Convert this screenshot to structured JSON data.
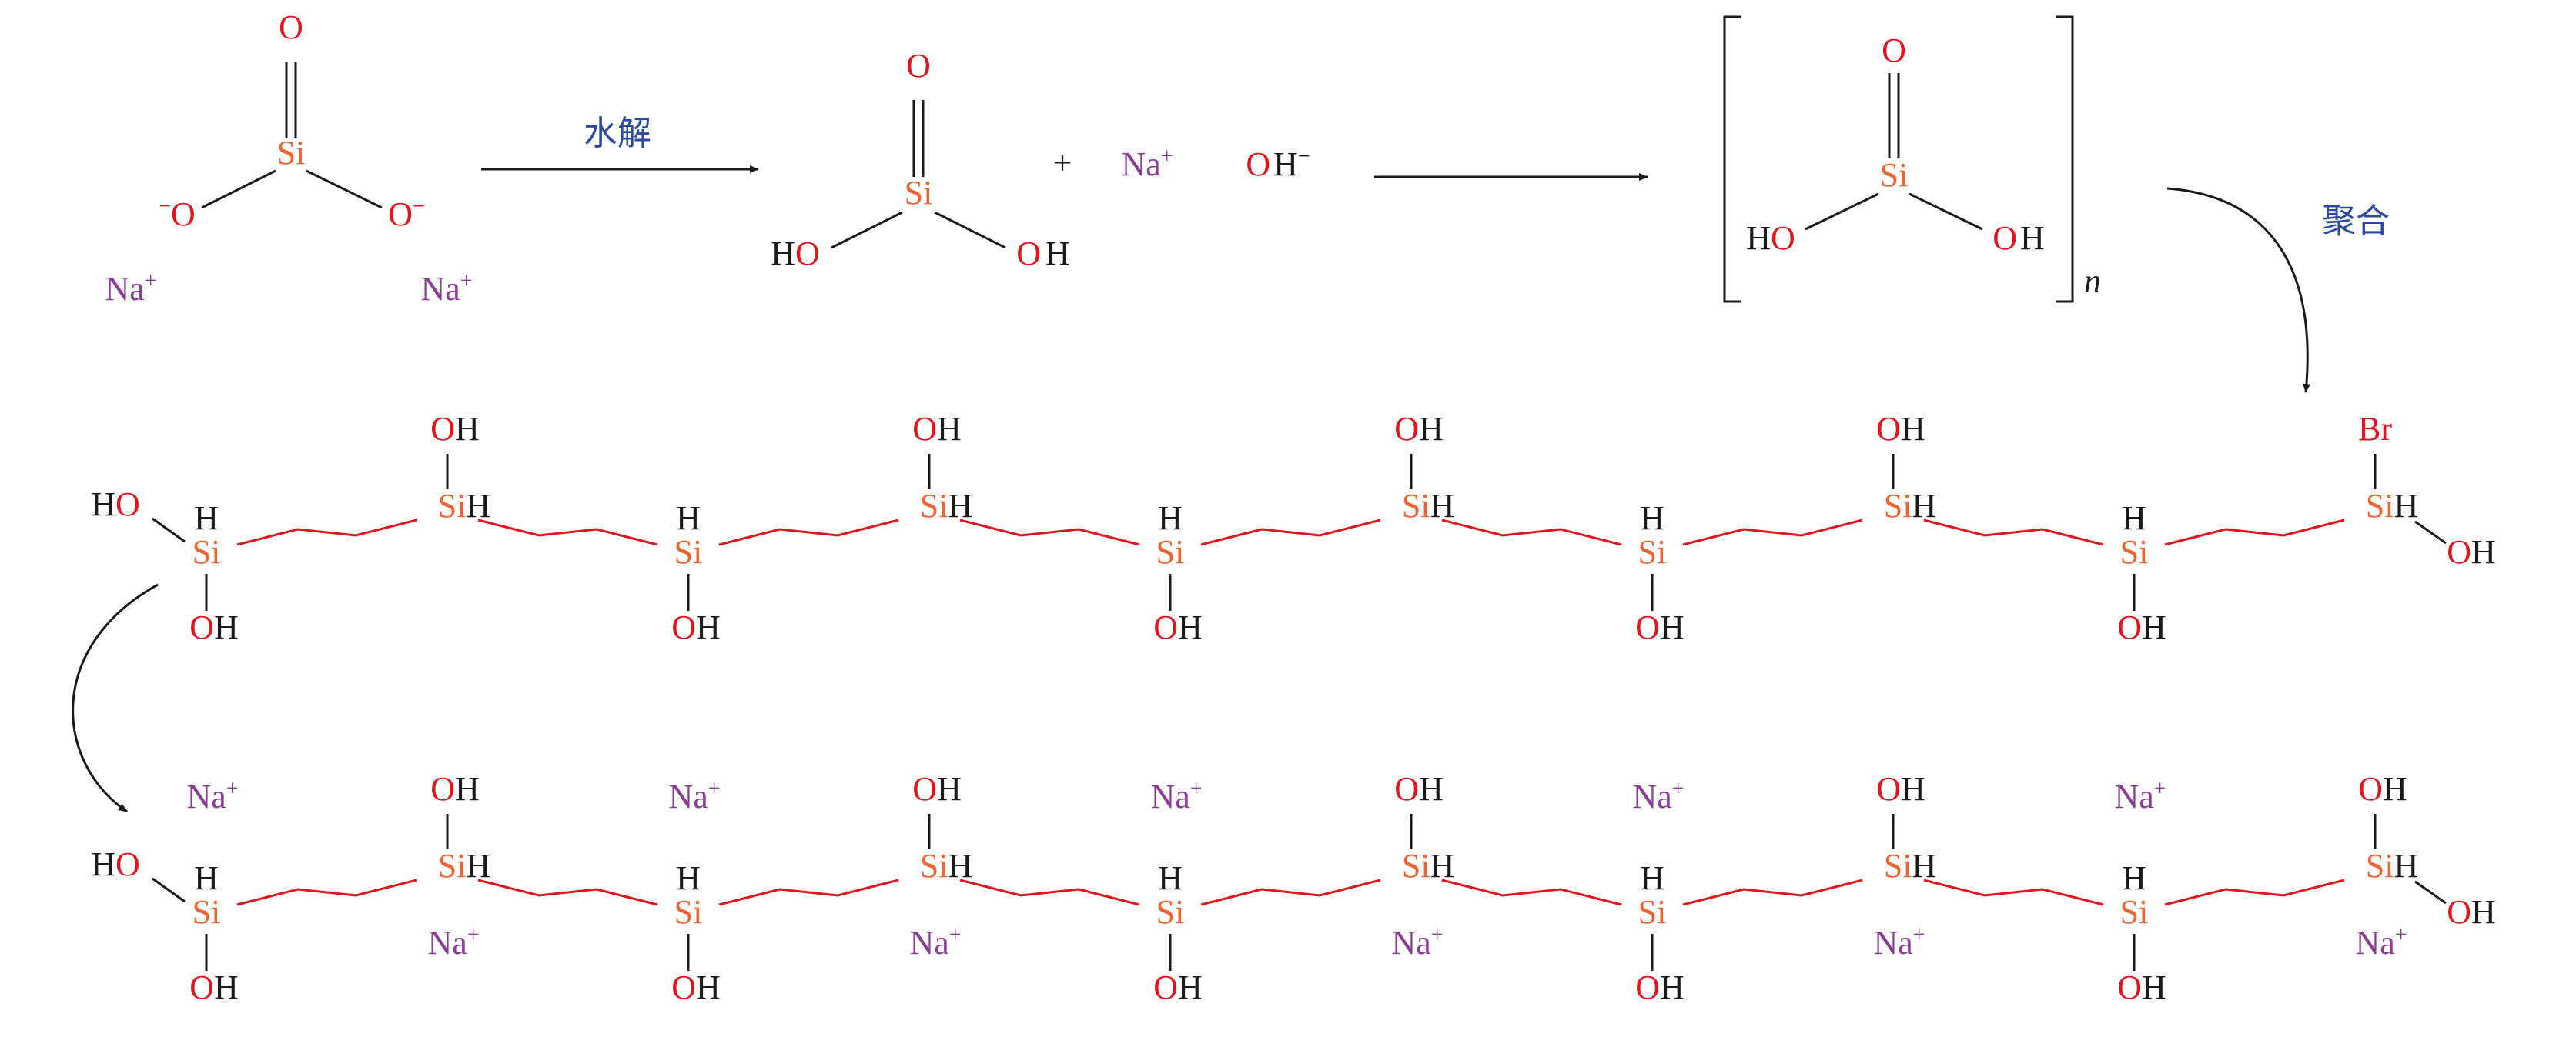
{
  "colors": {
    "oxygen": "#e0151d",
    "silicon": "#f0622f",
    "sodium": "#8a3c96",
    "hydrogen": "#1a1a1a",
    "chain_bond": "#e0151d",
    "bond": "#1a1a1a",
    "annotation": "#2b4aa0"
  },
  "atoms": {
    "si": "Si",
    "o": "O",
    "h": "H",
    "oh": "OH",
    "ho": "HO",
    "br": "Br",
    "na": "Na",
    "neg_charge": "−",
    "pos_charge": "+"
  },
  "reaction": {
    "hydrolysis_label": "水解",
    "polymerization_label": "聚合",
    "plus": "+",
    "hydroxide": "OH",
    "repeat_unit": "n"
  },
  "chain": {
    "units": 10,
    "chain1_end": "Br",
    "chain2_end": "OH"
  }
}
